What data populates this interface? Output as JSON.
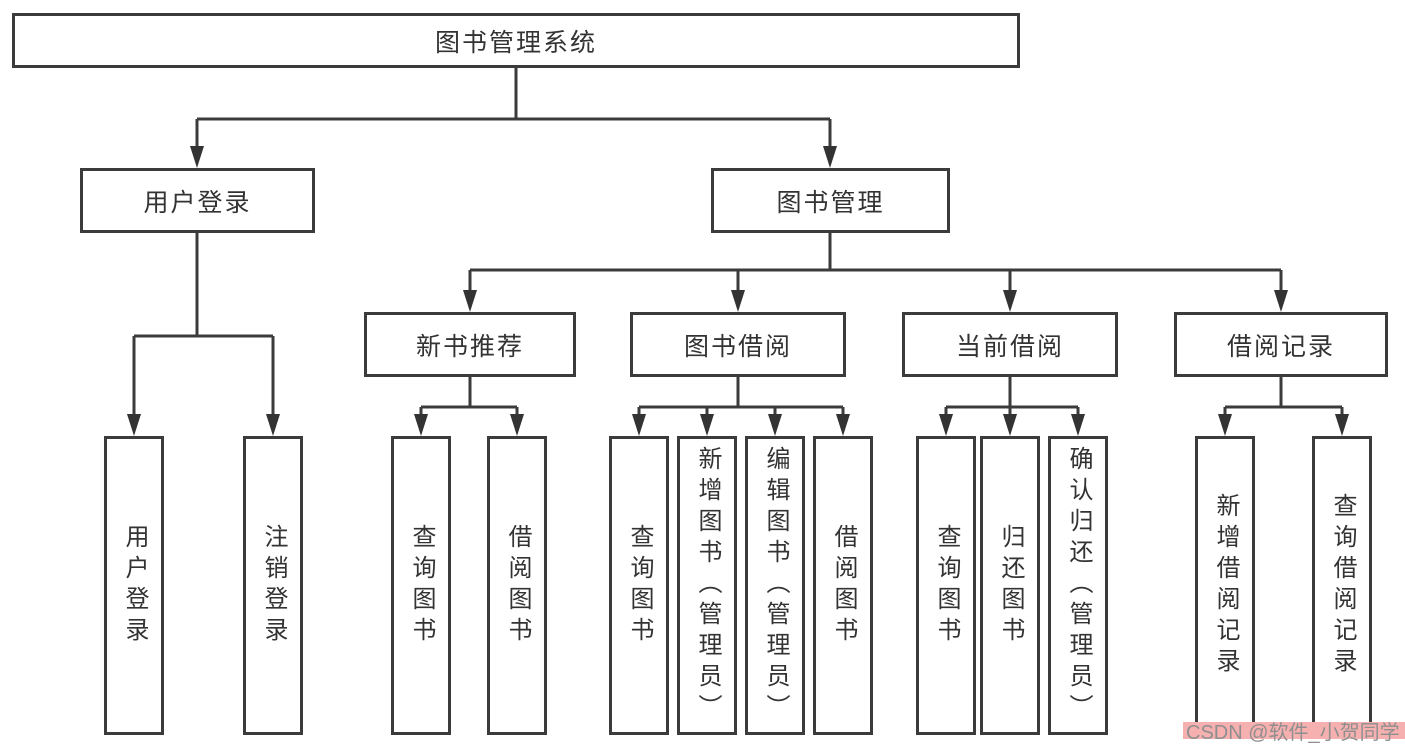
{
  "diagram": {
    "root": {
      "label": "图书管理系统"
    },
    "level2": [
      {
        "label": "用户登录"
      },
      {
        "label": "图书管理"
      }
    ],
    "level3": [
      {
        "label": "新书推荐",
        "parent": "图书管理"
      },
      {
        "label": "图书借阅",
        "parent": "图书管理"
      },
      {
        "label": "当前借阅",
        "parent": "图书管理"
      },
      {
        "label": "借阅记录",
        "parent": "图书管理"
      }
    ],
    "leaves": [
      {
        "label": "用户登录",
        "parent": "用户登录"
      },
      {
        "label": "注销登录",
        "parent": "用户登录"
      },
      {
        "label": "查询图书",
        "parent": "新书推荐"
      },
      {
        "label": "借阅图书",
        "parent": "新书推荐"
      },
      {
        "label": "查询图书",
        "parent": "图书借阅"
      },
      {
        "label": "新增图书（管理员）",
        "parent": "图书借阅"
      },
      {
        "label": "编辑图书（管理员）",
        "parent": "图书借阅"
      },
      {
        "label": "借阅图书",
        "parent": "图书借阅"
      },
      {
        "label": "查询图书",
        "parent": "当前借阅"
      },
      {
        "label": "归还图书",
        "parent": "当前借阅"
      },
      {
        "label": "确认归还（管理员）",
        "parent": "当前借阅"
      },
      {
        "label": "新增借阅记录",
        "parent": "借阅记录"
      },
      {
        "label": "查询借阅记录",
        "parent": "借阅记录"
      }
    ],
    "colors": {
      "line": "#3b3b3b",
      "text": "#333333",
      "background": "#ffffff"
    }
  },
  "watermark": {
    "text": "CSDN @软件_小贺同学",
    "text_color": "#8f8f8f",
    "accent_color": "#f7b0b0"
  }
}
